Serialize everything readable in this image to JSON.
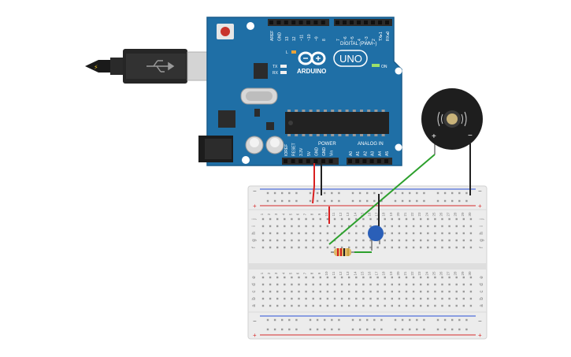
{
  "colors": {
    "board": "#1f6fa6",
    "board_edge": "#185c8b",
    "header": "#2b2b2b",
    "breadboard": "#ececec",
    "rail_red": "#d62d2d",
    "rail_blue": "#2a4fd6",
    "wire_red": "#d91f1f",
    "wire_black": "#222222",
    "wire_green": "#2da02d",
    "capacitor": "#2a5fb8",
    "buzzer": "#1e1e1e",
    "buzzer_center": "#c9b37a"
  },
  "arduino": {
    "brand": "ARDUINO",
    "model": "UNO",
    "on_label": "ON",
    "digital_label": "DIGITAL (PWM~)",
    "power_label": "POWER",
    "analog_label": "ANALOG IN",
    "l_label": "L",
    "tx_label": "TX",
    "rx_label": "RX",
    "top_left_pins": [
      "AREF",
      "GND",
      "13",
      "12",
      "~11",
      "~10",
      "~9",
      "8"
    ],
    "top_right_pins": [
      "7",
      "~6",
      "~5",
      "4",
      "~3",
      "2",
      "TX▸1",
      "RX◂0"
    ],
    "power_pins": [
      "IOREF",
      "RESET",
      "3.3V",
      "5V",
      "GND",
      "GND",
      "Vin"
    ],
    "analog_pins": [
      "A0",
      "A1",
      "A2",
      "A3",
      "A4",
      "A5"
    ]
  },
  "buzzer": {
    "plus": "+",
    "minus": "−"
  },
  "breadboard": {
    "columns": [
      "1",
      "2",
      "3",
      "4",
      "5",
      "6",
      "7",
      "8",
      "9",
      "10",
      "11",
      "12",
      "13",
      "14",
      "15",
      "16",
      "17",
      "18",
      "19",
      "20",
      "21",
      "22",
      "23",
      "24",
      "25",
      "26",
      "27",
      "28",
      "29",
      "30"
    ],
    "rows_top": [
      "j",
      "i",
      "h",
      "g",
      "f"
    ],
    "rows_bottom": [
      "e",
      "d",
      "c",
      "b",
      "a"
    ],
    "rail_minus": "−",
    "rail_plus": "+"
  },
  "usb": {
    "icon": "usb-icon",
    "bolt": "⚡"
  }
}
